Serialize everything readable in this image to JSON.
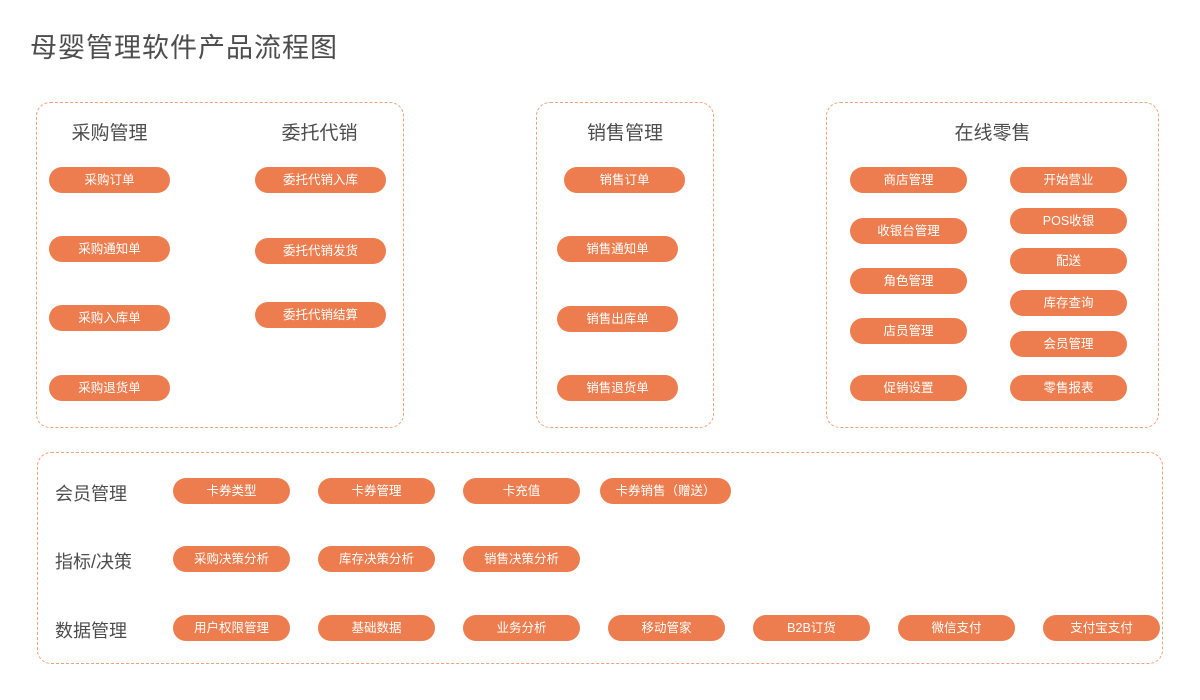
{
  "page": {
    "title": "母婴管理软件产品流程图",
    "accent_color": "#ed7d4e",
    "panel_border_color": "#f0a07a",
    "text_color": "#4d4d4d",
    "background": "#ffffff"
  },
  "panels": [
    {
      "id": "purchase",
      "columns": [
        {
          "title": "采购管理",
          "items": [
            "采购订单",
            "采购通知单",
            "采购入库单",
            "采购退货单"
          ]
        },
        {
          "title": "委托代销",
          "items": [
            "委托代销入库",
            "委托代销发货",
            "委托代销结算"
          ]
        }
      ]
    },
    {
      "id": "sales",
      "columns": [
        {
          "title": "销售管理",
          "items": [
            "销售订单",
            "销售通知单",
            "销售出库单",
            "销售退货单"
          ]
        }
      ]
    },
    {
      "id": "retail",
      "title": "在线零售",
      "columns": [
        {
          "title": "",
          "items": [
            "商店管理",
            "收银台管理",
            "角色管理",
            "店员管理",
            "促销设置"
          ]
        },
        {
          "title": "",
          "items": [
            "开始营业",
            "POS收银",
            "配送",
            "库存查询",
            "会员管理",
            "零售报表"
          ]
        }
      ]
    }
  ],
  "bottom_panel": {
    "rows": [
      {
        "label": "会员管理",
        "items": [
          "卡券类型",
          "卡券管理",
          "卡充值",
          "卡券销售（赠送）"
        ]
      },
      {
        "label": "指标/决策",
        "items": [
          "采购决策分析",
          "库存决策分析",
          "销售决策分析"
        ]
      },
      {
        "label": "数据管理",
        "items": [
          "用户权限管理",
          "基础数据",
          "业务分析",
          "移动管家",
          "B2B订货",
          "微信支付",
          "支付宝支付"
        ]
      }
    ]
  }
}
